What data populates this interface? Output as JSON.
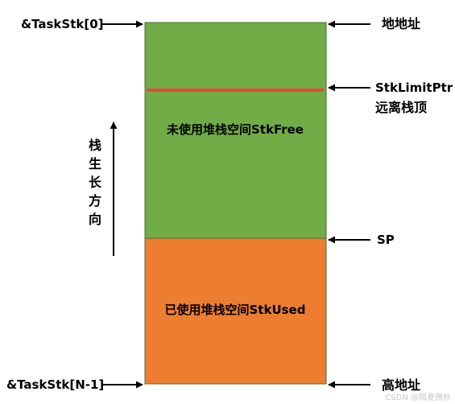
{
  "labels": {
    "top_left": "&TaskStk[0]",
    "bottom_left": "&TaskStk[N-1]",
    "top_right": "地地址",
    "limit_ptr": "StkLimitPtr",
    "limit_desc": "远离栈顶",
    "sp": "SP",
    "bottom_right": "高地址",
    "free_region": "未使用堆栈空间StkFree",
    "used_region": "已使用堆栈空间StkUsed",
    "growth_direction": [
      "栈",
      "生",
      "长",
      "方",
      "向"
    ]
  },
  "watermark": "CSDN @陌夏微秋",
  "colors": {
    "free_region": "#70AD47",
    "used_region": "#ED7D31",
    "limit_line": "#E24B3B",
    "border": "#4A6E2E",
    "arrow": "#000000"
  }
}
